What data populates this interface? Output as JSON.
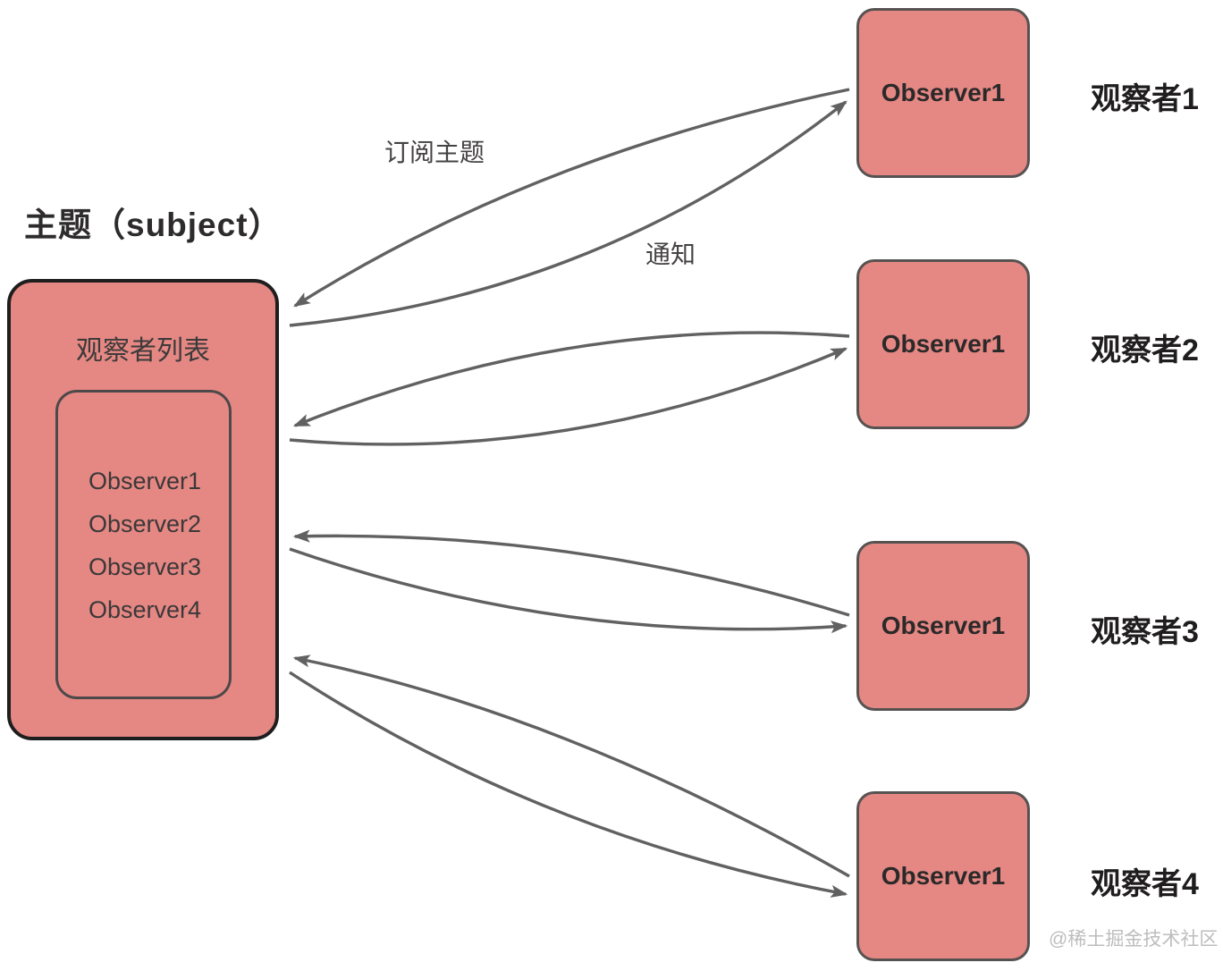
{
  "title": "主题（subject）",
  "subject_box": {
    "list_title": "观察者列表",
    "list_items": [
      "Observer1",
      "Observer2",
      "Observer3",
      "Observer4"
    ]
  },
  "observers": [
    {
      "box_label": "Observer1",
      "side_label": "观察者1"
    },
    {
      "box_label": "Observer1",
      "side_label": "观察者2"
    },
    {
      "box_label": "Observer1",
      "side_label": "观察者3"
    },
    {
      "box_label": "Observer1",
      "side_label": "观察者4"
    }
  ],
  "arrow_labels": {
    "subscribe": "订阅主题",
    "notify": "通知"
  },
  "watermark": "@稀土掘金技术社区",
  "colors": {
    "box_fill": "#e58884",
    "subject_border": "#1e1e1e",
    "observer_border": "#575252",
    "inner_border": "#4d4949",
    "arrow": "#616161",
    "text_dark": "#2d2b2b",
    "watermark": "#bdbdbd",
    "background": "#ffffff"
  }
}
